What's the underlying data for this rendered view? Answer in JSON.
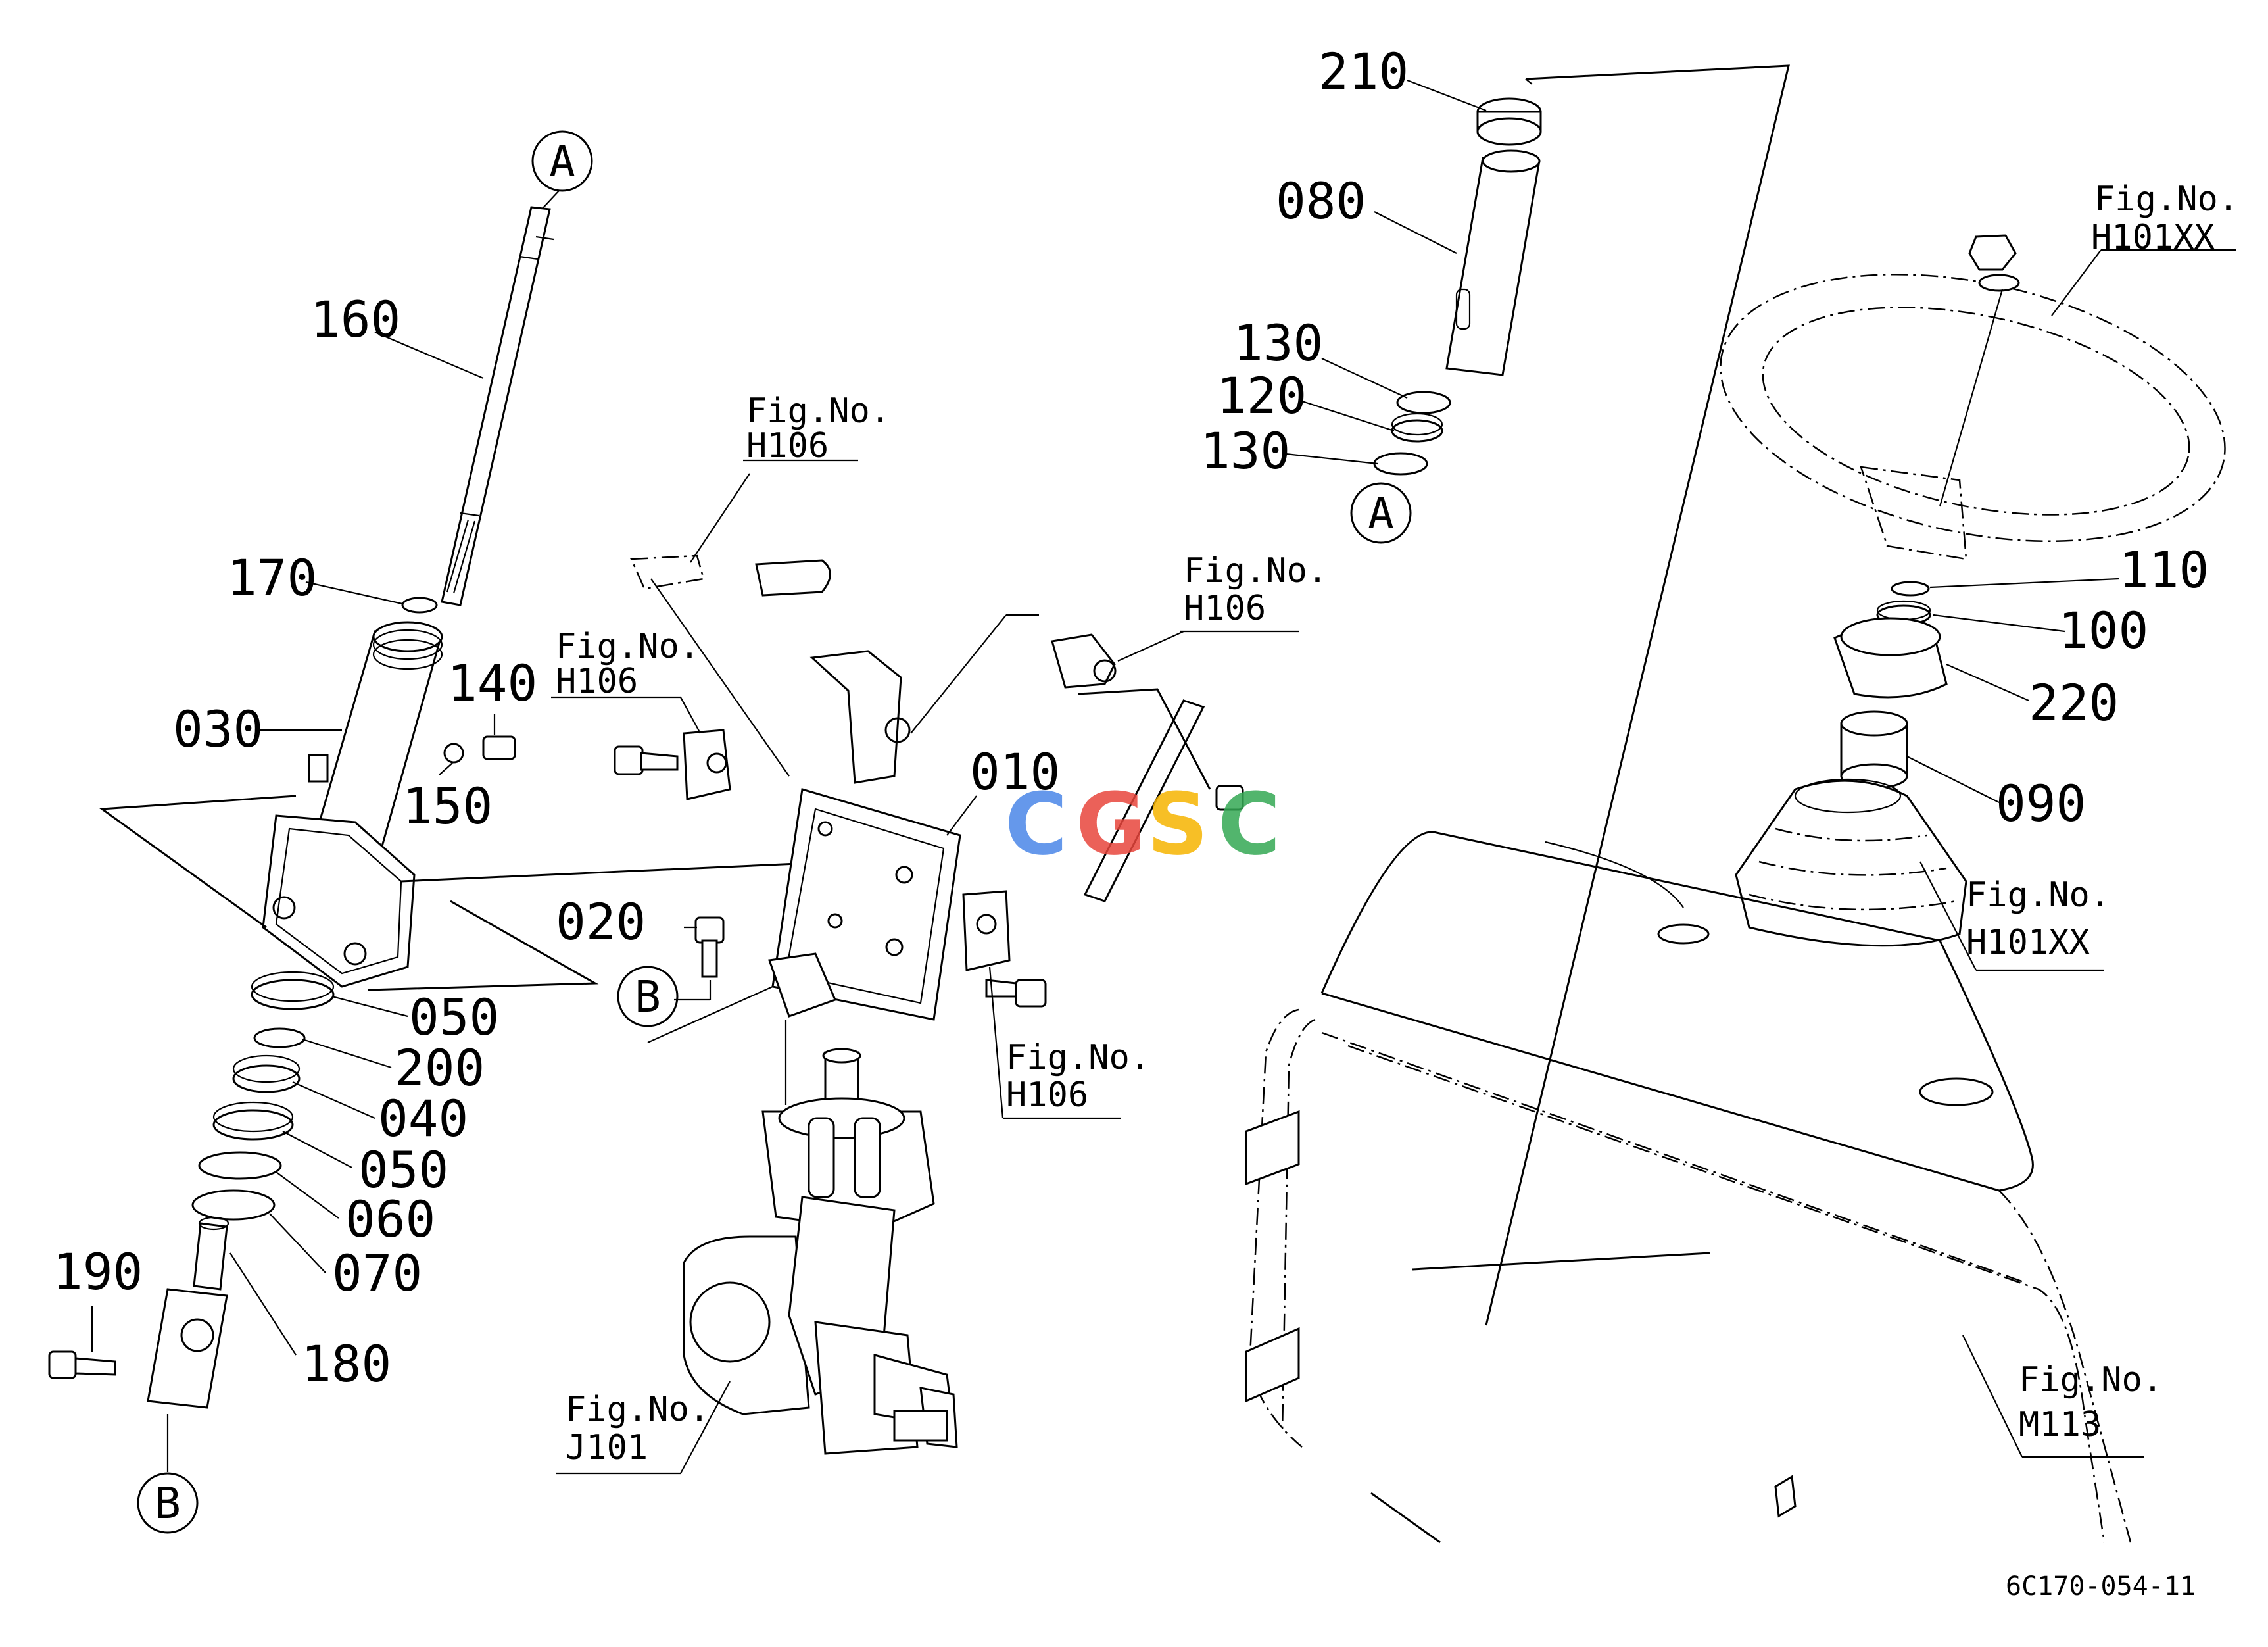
{
  "callouts": {
    "p210": "210",
    "p080": "080",
    "p130a": "130",
    "p120": "120",
    "p130b": "130",
    "p160": "160",
    "p170": "170",
    "p030": "030",
    "p140": "140",
    "p150": "150",
    "p050a": "050",
    "p200": "200",
    "p040": "040",
    "p050b": "050",
    "p060": "060",
    "p070": "070",
    "p190": "190",
    "p180": "180",
    "p020": "020",
    "p010": "010",
    "p110": "110",
    "p100": "100",
    "p220": "220",
    "p090": "090"
  },
  "markers": {
    "a_top": "A",
    "a_right": "A",
    "b_bracket": "B",
    "b_bottom": "B"
  },
  "refs": {
    "r1_label": "Fig.No.",
    "r1_code": "H106",
    "r2_label": "Fig.No.",
    "r2_code": "H106",
    "r3_label": "Fig.No.",
    "r3_code": "H106",
    "r4_label": "Fig.No.",
    "r4_code": "H106",
    "r5_label": "Fig.No.",
    "r5_code": "J101",
    "r6_label": "Fig.No.",
    "r6_code": "H101XX",
    "r7_label": "Fig.No.",
    "r7_code": "H101XX",
    "r8_label": "Fig.No.",
    "r8_code": "M113"
  },
  "drawing_code": "6C170-054-11",
  "watermark": {
    "letters": [
      "C",
      "G",
      "S",
      "C"
    ],
    "colors": [
      "#4a86e8",
      "#e8453c",
      "#f6b400",
      "#34a853"
    ]
  }
}
